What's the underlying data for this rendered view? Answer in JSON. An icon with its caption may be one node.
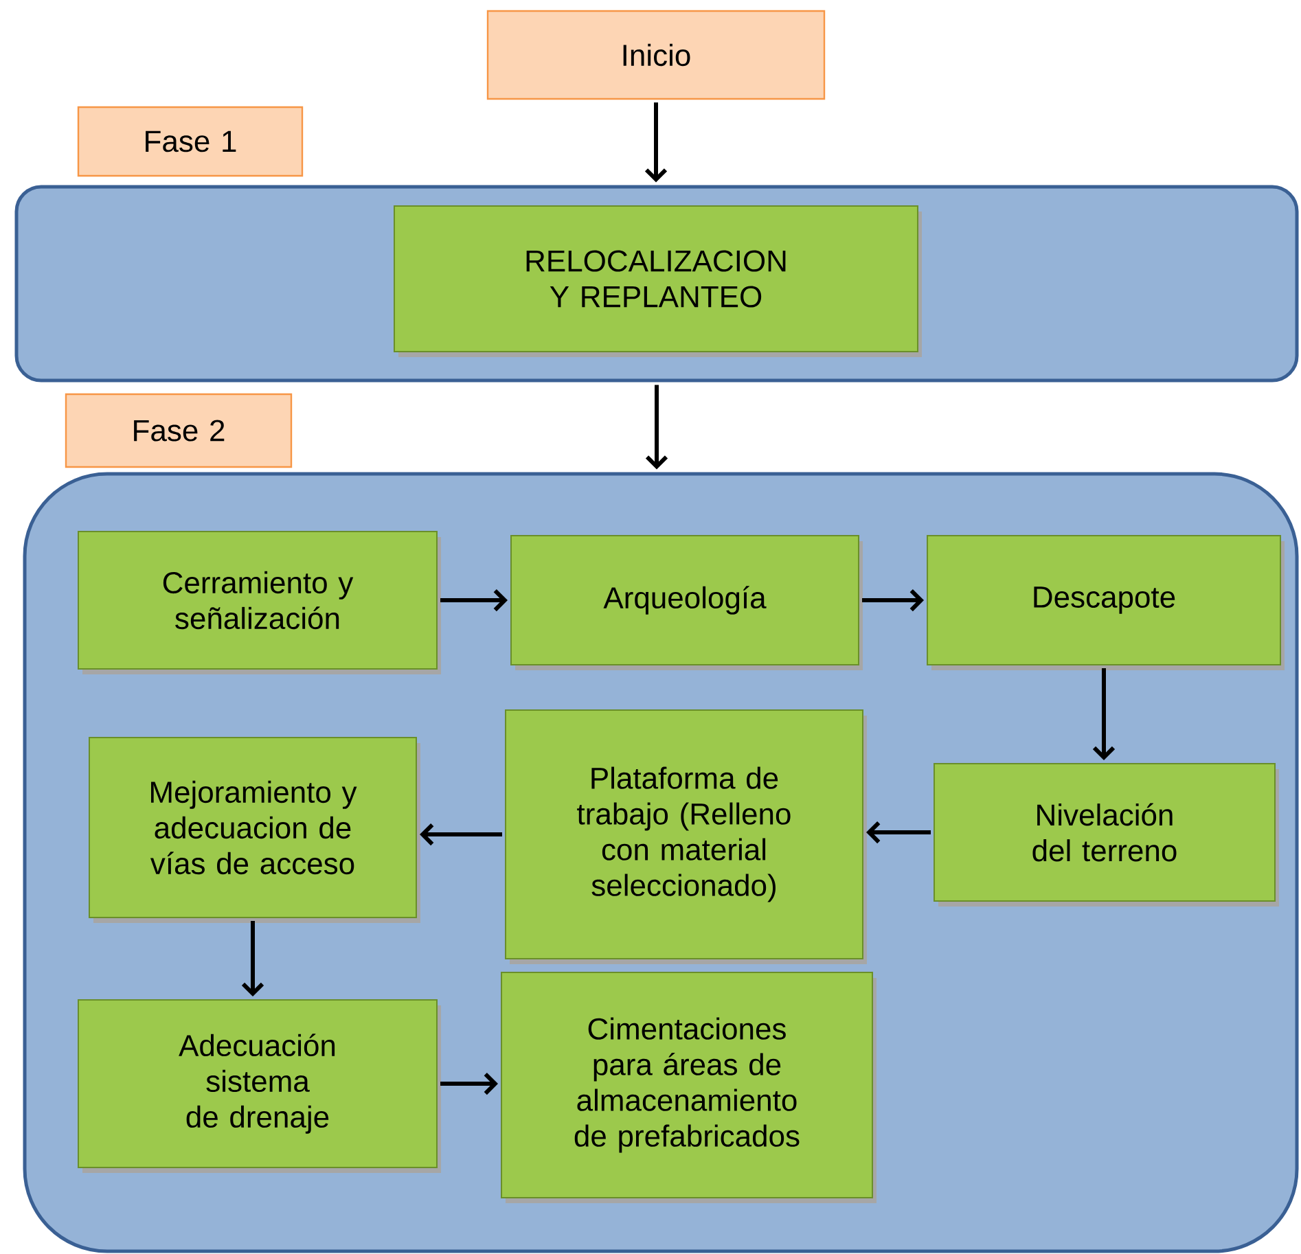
{
  "diagram": {
    "nodes": [
      {
        "text": [
          "Inicio"
        ]
      },
      {
        "text": [
          "Fase 1"
        ]
      },
      {
        "text": [],
        "shape": "box"
      },
      {
        "text": [
          "RELOCALIZACION Y REPLANTEO"
        ],
        "in": 2
      },
      {
        "text": [
          "Fase 2"
        ]
      },
      {
        "text": [],
        "shape": "box"
      },
      {
        "text": [
          "Cerramiento y señalización"
        ],
        "in": 5
      },
      {
        "text": [
          "Arqueología"
        ],
        "in": 5
      },
      {
        "text": [
          "Descapote"
        ],
        "in": 5
      },
      {
        "text": [
          "Mejoramiento y adecuacion de vías de acceso"
        ],
        "in": 5
      },
      {
        "text": [
          "Plataforma de trabajo (Relleno con material seleccionado)"
        ],
        "in": 5
      },
      {
        "text": [
          "Nivelación del terreno"
        ],
        "in": 5
      },
      {
        "text": [
          "Adecuación sistema de drenaje"
        ],
        "in": 5
      },
      {
        "text": [
          "Cimentaciones para áreas de almacenamiento de prefabricados"
        ],
        "in": 5
      }
    ],
    "edges": [
      {
        "from": 0,
        "to": 2,
        "arrow": "to"
      },
      {
        "from": 2,
        "to": 5,
        "arrow": "to"
      },
      {
        "from": 6,
        "to": 7,
        "arrow": "to"
      },
      {
        "from": 7,
        "to": 8,
        "arrow": "to"
      },
      {
        "from": 8,
        "to": 11,
        "arrow": "to"
      },
      {
        "from": 11,
        "to": 10,
        "arrow": "to"
      },
      {
        "from": 10,
        "to": 9,
        "arrow": "to"
      },
      {
        "from": 9,
        "to": 12,
        "arrow": "to"
      },
      {
        "from": 12,
        "to": 13,
        "arrow": "to"
      }
    ]
  }
}
